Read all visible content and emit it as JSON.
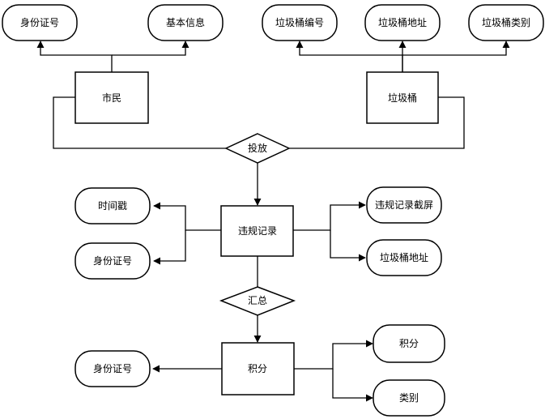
{
  "colors": {
    "stroke": "#000000",
    "fill": "#ffffff",
    "text": "#000000"
  },
  "entities": {
    "citizen": "市民",
    "trash_bin": "垃圾桶",
    "violation_record": "违规记录",
    "points": "积分"
  },
  "relations": {
    "dispose": "投放",
    "aggregate": "汇总"
  },
  "attributes": {
    "citizen_id": "身份证号",
    "citizen_basic_info": "基本信息",
    "bin_number": "垃圾桶编号",
    "bin_address": "垃圾桶地址",
    "bin_category": "垃圾桶类别",
    "record_timestamp": "时间戳",
    "record_id": "身份证号",
    "record_screenshot": "违规记录截屏",
    "record_bin_address": "垃圾桶地址",
    "points_id": "身份证号",
    "points_value": "积分",
    "points_category": "类别"
  }
}
